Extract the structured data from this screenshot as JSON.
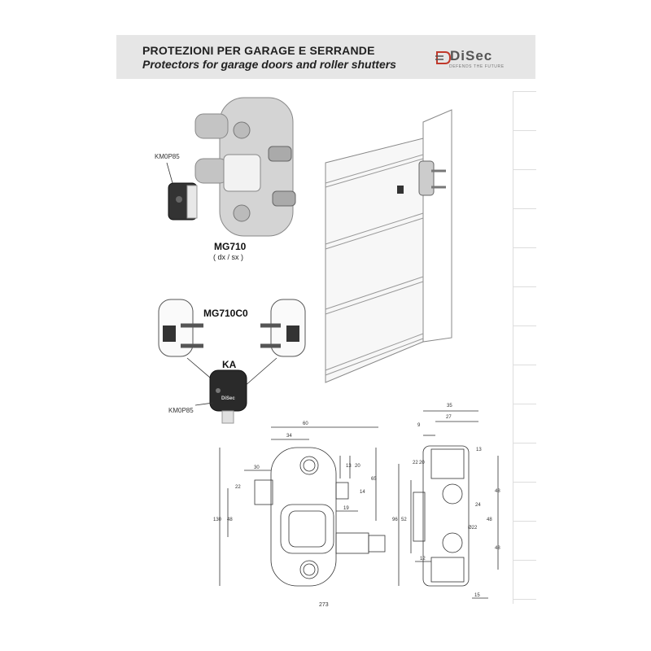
{
  "header": {
    "title": "PROTEZIONI PER GARAGE E SERRANDE",
    "subtitle": "Protectors for garage doors and roller shutters",
    "logo_text": "DiSec",
    "logo_tagline": "DEFENDS THE FUTURE"
  },
  "products": {
    "km_label_top": "KM0P85",
    "mg710_name": "MG710",
    "mg710_variant": "( dx / sx )",
    "mg710co_name": "MG710C0",
    "ka_name": "KA",
    "km_label_bottom": "KM0P85",
    "key_logo": "DiSec"
  },
  "front_dims": {
    "d60": "60",
    "d34": "34",
    "d30": "30",
    "d22": "22",
    "d13": "13",
    "d20": "20",
    "d65": "65",
    "d14": "14",
    "d19": "19",
    "d130": "130",
    "d48": "48"
  },
  "side_dims": {
    "d35": "35",
    "d27": "27",
    "d9": "9",
    "d13": "13",
    "d22": "22",
    "d20": "20",
    "d48a": "48",
    "d96": "96",
    "d52": "52",
    "d24": "24",
    "d48b": "48",
    "d22dia": "Ø22",
    "d48c": "48",
    "d12": "12",
    "d15": "15"
  },
  "page_number": "273",
  "colors": {
    "header_bg": "#e6e6e6",
    "line": "#333333",
    "metal": "#c9c9c9"
  }
}
